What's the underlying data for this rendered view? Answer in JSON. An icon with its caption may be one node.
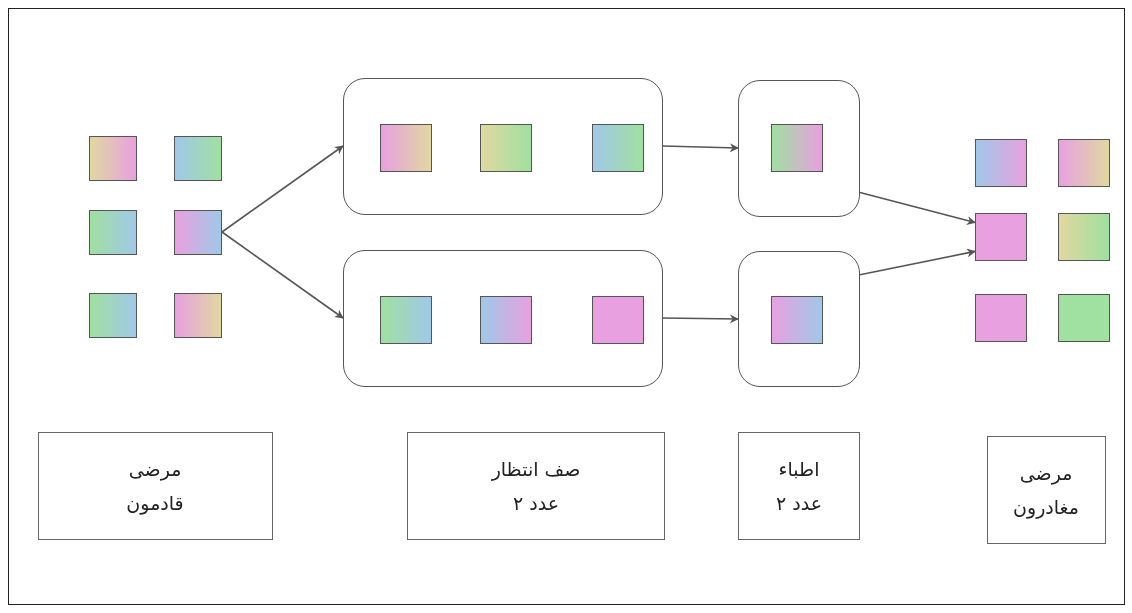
{
  "diagram": {
    "nodes": [
      {
        "text": [],
        "shape": "box"
      },
      {
        "text": [],
        "shape": "box"
      },
      {
        "text": [],
        "shape": "box"
      },
      {
        "text": [],
        "shape": "box"
      },
      {
        "text": [],
        "shape": "box"
      },
      {
        "text": [],
        "shape": "box"
      },
      {
        "text": [],
        "shape": "box"
      },
      {
        "text": [],
        "shape": "box",
        "in": 6
      },
      {
        "text": [],
        "shape": "box",
        "in": 6
      },
      {
        "text": [],
        "shape": "box",
        "in": 6
      },
      {
        "text": [],
        "shape": "box"
      },
      {
        "text": [],
        "shape": "box",
        "in": 10
      },
      {
        "text": [],
        "shape": "box",
        "in": 10
      },
      {
        "text": [],
        "shape": "box",
        "in": 10
      },
      {
        "text": [],
        "shape": "box"
      },
      {
        "text": [],
        "shape": "box",
        "in": 14
      },
      {
        "text": [],
        "shape": "box"
      },
      {
        "text": [],
        "shape": "box",
        "in": 16
      },
      {
        "text": [],
        "shape": "box"
      },
      {
        "text": [],
        "shape": "box"
      },
      {
        "text": [],
        "shape": "box"
      },
      {
        "text": [],
        "shape": "box"
      },
      {
        "text": [],
        "shape": "box"
      },
      {
        "text": [],
        "shape": "box"
      },
      {
        "text": [
          "مرضى قادمون"
        ]
      },
      {
        "text": [
          "صف انتظار عدد ٢"
        ]
      },
      {
        "text": [
          "اطباء عدد ٢"
        ]
      },
      {
        "text": [
          "مرضى مغادرون"
        ]
      }
    ],
    "edges": [
      {
        "from": 3,
        "to": 6,
        "arrow": "to"
      },
      {
        "from": 3,
        "to": 10,
        "arrow": "to"
      },
      {
        "from": 6,
        "to": 14,
        "arrow": "to"
      },
      {
        "from": 10,
        "to": 16,
        "arrow": "to"
      },
      {
        "from": 14,
        "to": 20,
        "arrow": "to"
      },
      {
        "from": 16,
        "to": 20,
        "arrow": "to"
      }
    ]
  }
}
